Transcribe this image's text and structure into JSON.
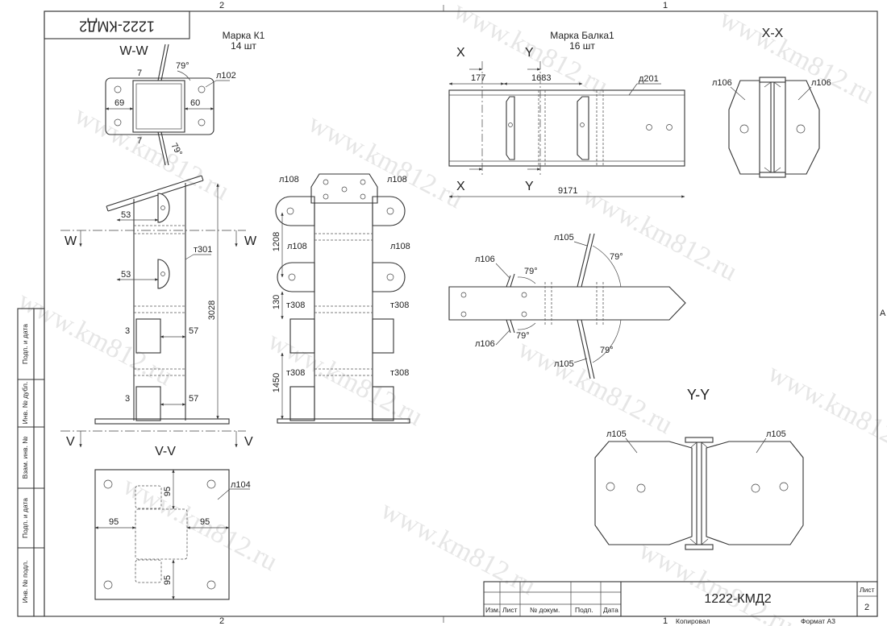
{
  "frame": {
    "top_zone_left": "2",
    "top_zone_right": "1",
    "bottom_zone_left": "2",
    "bottom_zone_right": "1",
    "side_zone": "A"
  },
  "stamp": {
    "code": "1222-КМД2",
    "code_rotated": "1222-КМД2",
    "sheet_label": "Лист",
    "sheet_number": "2",
    "copied": "Копировал",
    "format": "Формат А3",
    "cols": [
      "Изм.",
      "Лист",
      "№ докум.",
      "Подп.",
      "Дата"
    ]
  },
  "side_stamp": [
    "Подп. и дата",
    "Инв. № дубл.",
    "Взам. инв. №",
    "Подп. и дата",
    "Инв. № подл."
  ],
  "k1": {
    "mark": "Марка К1",
    "qty": "14 шт",
    "section_ww": "W-W",
    "section_vv": "V-V",
    "cut_w": "W",
    "cut_v": "V",
    "angle": "79°",
    "dim_69": "69",
    "dim_60": "60",
    "dim_7": "7",
    "dim_53": "53",
    "dim_3": "3",
    "dim_57": "57",
    "dim_3028": "3028",
    "dim_95": "95",
    "l102": "л102",
    "t301": "т301",
    "l104": "л104"
  },
  "mid": {
    "l108": "л108",
    "t308": "т308",
    "dim_1208": "1208",
    "dim_130": "130",
    "dim_1450": "1450"
  },
  "beam": {
    "mark": "Марка Балка1",
    "qty": "16 шт",
    "cut_x": "X",
    "cut_y": "Y",
    "dim_177": "177",
    "dim_1683": "1683",
    "dim_9171": "9171",
    "d201": "д201",
    "l105": "л105",
    "l106": "л106",
    "angle": "79°",
    "section_xx": "X-X",
    "section_yy": "Y-Y"
  },
  "watermark": "www.km812.ru"
}
